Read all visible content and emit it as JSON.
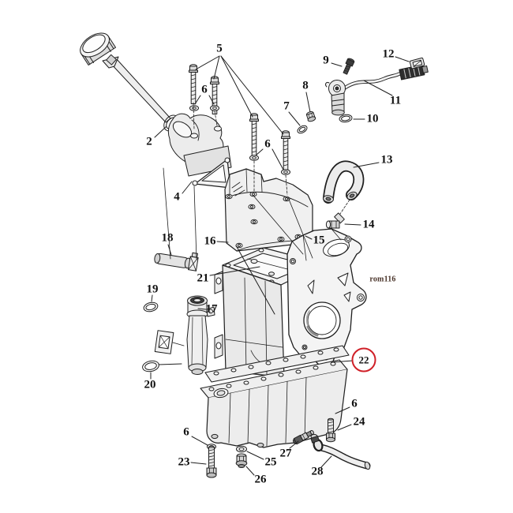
{
  "diagram": {
    "ref_code": "rom116",
    "background_color": "#ffffff",
    "line_color": "#1f1f1f",
    "highlight_color": "#d02028",
    "highlighted_callout": "22",
    "callouts": {
      "c2": "2",
      "c4": "4",
      "c5": "5",
      "c6a": "6",
      "c6b": "6",
      "c6c": "6",
      "c6d": "6",
      "c7": "7",
      "c8": "8",
      "c9": "9",
      "c10": "10",
      "c11": "11",
      "c12": "12",
      "c13": "13",
      "c14": "14",
      "c15": "15",
      "c16": "16",
      "c17": "17",
      "c18": "18",
      "c19": "19",
      "c20": "20",
      "c21": "21",
      "c22": "22",
      "c23": "23",
      "c24": "24",
      "c25": "25",
      "c26": "26",
      "c27": "27",
      "c28": "28"
    }
  }
}
